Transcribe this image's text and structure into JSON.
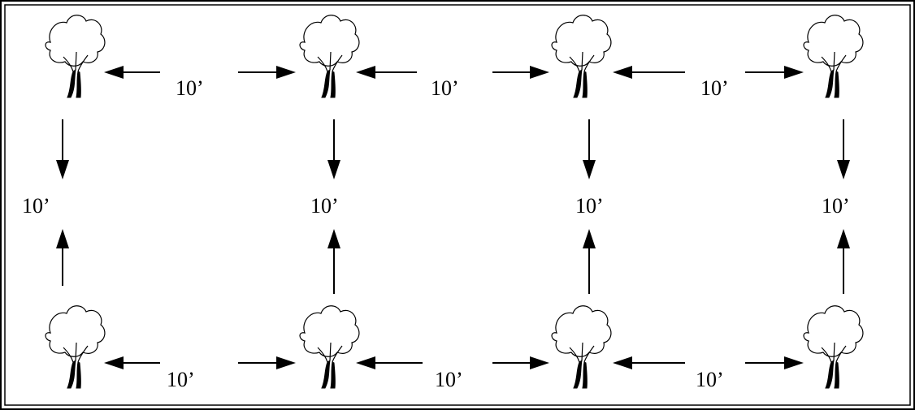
{
  "diagram": {
    "spacing_labels": {
      "top_row": [
        "10’",
        "10’",
        "10’"
      ],
      "bottom_row": [
        "10’",
        "10’",
        "10’"
      ],
      "columns": [
        "10’",
        "10’",
        "10’",
        "10’"
      ]
    },
    "trees": {
      "count": 8,
      "icon": "tree-icon"
    },
    "colors": {
      "line": "#000000",
      "background": "#ffffff"
    }
  }
}
